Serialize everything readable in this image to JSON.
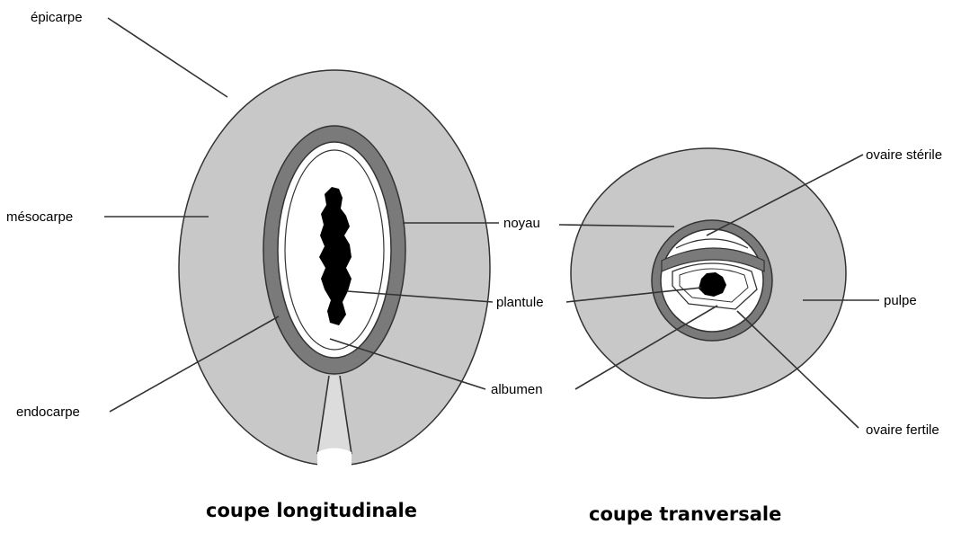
{
  "longitudinal": {
    "caption": "coupe longitudinale",
    "labels": {
      "epicarpe": "épicarpe",
      "mesocarpe": "mésocarpe",
      "endocarpe": "endocarpe"
    }
  },
  "shared_labels": {
    "noyau": "noyau",
    "plantule": "plantule",
    "albumen": "albumen"
  },
  "transversal": {
    "caption": "coupe tranversale",
    "labels": {
      "ovaire_sterile": "ovaire stérile",
      "pulpe": "pulpe",
      "ovaire_fertile": "ovaire fertile"
    }
  },
  "colors": {
    "pulp": "#c8c8c8",
    "stone": "#7a7a7a",
    "outline": "#333333",
    "seed_white": "#ffffff",
    "plantule": "#000000"
  }
}
